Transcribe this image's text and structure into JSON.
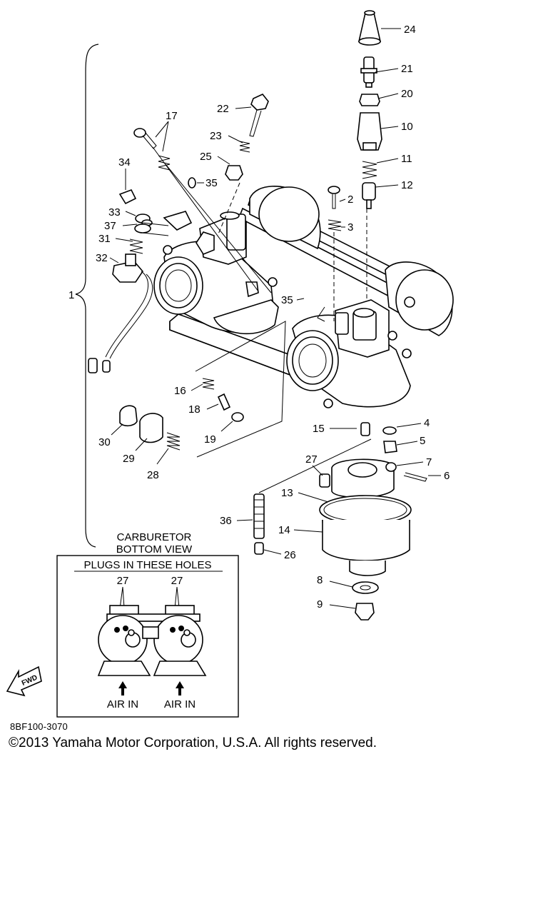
{
  "diagram": {
    "callouts": [
      {
        "id": "24",
        "label": "24"
      },
      {
        "id": "21",
        "label": "21"
      },
      {
        "id": "20",
        "label": "20"
      },
      {
        "id": "10",
        "label": "10"
      },
      {
        "id": "11",
        "label": "11"
      },
      {
        "id": "12",
        "label": "12"
      },
      {
        "id": "2",
        "label": "2"
      },
      {
        "id": "3",
        "label": "3"
      },
      {
        "id": "22",
        "label": "22"
      },
      {
        "id": "23",
        "label": "23"
      },
      {
        "id": "25",
        "label": "25"
      },
      {
        "id": "17",
        "label": "17"
      },
      {
        "id": "34",
        "label": "34"
      },
      {
        "id": "35a",
        "label": "35"
      },
      {
        "id": "33",
        "label": "33"
      },
      {
        "id": "37",
        "label": "37"
      },
      {
        "id": "31",
        "label": "31"
      },
      {
        "id": "32",
        "label": "32"
      },
      {
        "id": "1",
        "label": "1"
      },
      {
        "id": "35b",
        "label": "35"
      },
      {
        "id": "16",
        "label": "16"
      },
      {
        "id": "18",
        "label": "18"
      },
      {
        "id": "19",
        "label": "19"
      },
      {
        "id": "30",
        "label": "30"
      },
      {
        "id": "29",
        "label": "29"
      },
      {
        "id": "28",
        "label": "28"
      },
      {
        "id": "15",
        "label": "15"
      },
      {
        "id": "4",
        "label": "4"
      },
      {
        "id": "5",
        "label": "5"
      },
      {
        "id": "7",
        "label": "7"
      },
      {
        "id": "6",
        "label": "6"
      },
      {
        "id": "27",
        "label": "27"
      },
      {
        "id": "13",
        "label": "13"
      },
      {
        "id": "36",
        "label": "36"
      },
      {
        "id": "14",
        "label": "14"
      },
      {
        "id": "26",
        "label": "26"
      },
      {
        "id": "8",
        "label": "8"
      },
      {
        "id": "9",
        "label": "9"
      }
    ],
    "inset": {
      "title_line1": "CARBURETOR",
      "title_line2": "BOTTOM VIEW",
      "header": "PLUGS IN THESE HOLES",
      "left_plug_label": "27",
      "right_plug_label": "27",
      "left_air_label": "AIR IN",
      "right_air_label": "AIR IN"
    },
    "fwd_label": "FWD"
  },
  "footer": {
    "code": "8BF100-3070",
    "copyright": "©2013 Yamaha Motor Corporation, U.S.A. All rights reserved."
  }
}
